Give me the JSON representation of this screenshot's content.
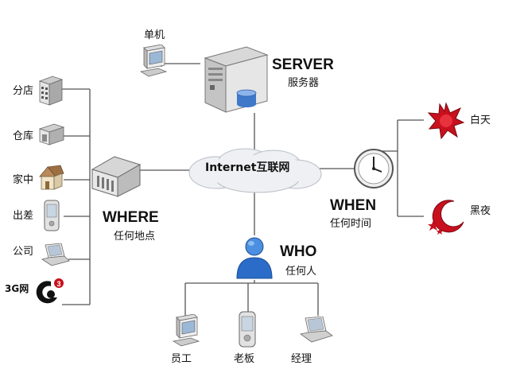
{
  "server": {
    "title": "SERVER",
    "subtitle": "服务器"
  },
  "standalone": {
    "label": "单机"
  },
  "internet": {
    "label": "Internet互联网"
  },
  "where": {
    "title": "WHERE",
    "subtitle": "任何地点",
    "locations": [
      {
        "label": "分店",
        "icon": "branch-store-icon"
      },
      {
        "label": "仓库",
        "icon": "warehouse-icon"
      },
      {
        "label": "家中",
        "icon": "home-icon"
      },
      {
        "label": "出差",
        "icon": "mobile-device-icon"
      },
      {
        "label": "公司",
        "icon": "laptop-icon"
      },
      {
        "label": "3G网",
        "icon": "3g-network-logo"
      }
    ]
  },
  "when": {
    "title": "WHEN",
    "subtitle": "任何时间",
    "times": [
      {
        "label": "白天",
        "icon": "sun-icon"
      },
      {
        "label": "黑夜",
        "icon": "moon-stars-icon"
      }
    ]
  },
  "who": {
    "title": "WHO",
    "subtitle": "任何人",
    "roles": [
      {
        "label": "员工",
        "icon": "desktop-pc-icon"
      },
      {
        "label": "老板",
        "icon": "pda-icon"
      },
      {
        "label": "经理",
        "icon": "laptop-icon"
      }
    ]
  },
  "logo": {
    "badge": "3"
  },
  "colors": {
    "line": "#555555",
    "sun": "#c8101e",
    "moon": "#c8101e",
    "person": "#2a6cc8",
    "cloud": "#eef0f3"
  }
}
